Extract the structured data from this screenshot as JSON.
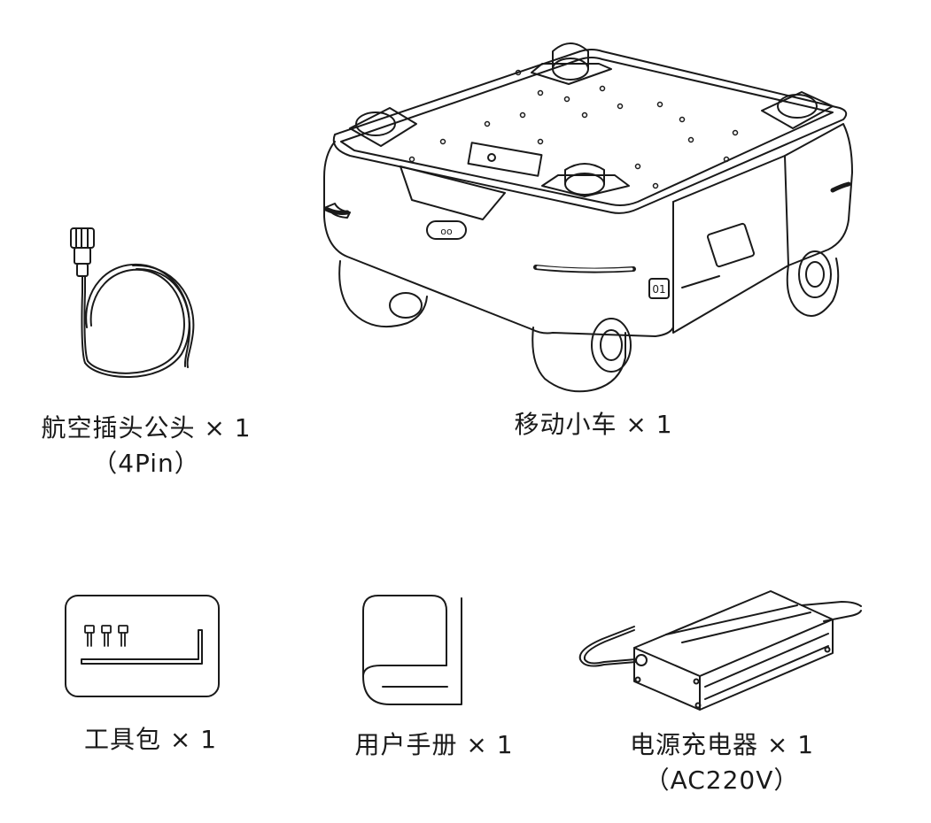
{
  "items": [
    {
      "name": "航空插头公头 × 1",
      "note": "（4Pin）"
    },
    {
      "name": "移动小车 × 1",
      "note": ""
    },
    {
      "name": "工具包 × 1",
      "note": ""
    },
    {
      "name": "用户手册 × 1",
      "note": ""
    },
    {
      "name": "电源充电器 × 1",
      "note": "（AC220V）"
    }
  ],
  "robot_indicator_text": "oo",
  "robot_side_label": "01"
}
